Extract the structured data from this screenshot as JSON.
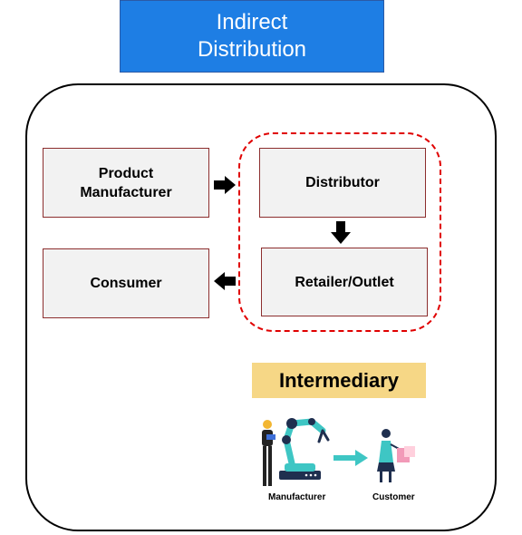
{
  "title": {
    "line1": "Indirect",
    "line2": "Distribution"
  },
  "nodes": {
    "product_manufacturer": {
      "line1": "Product",
      "line2": "Manufacturer"
    },
    "distributor": "Distributor",
    "retailer": "Retailer/Outlet",
    "consumer": "Consumer"
  },
  "intermediary_label": "Intermediary",
  "illustration": {
    "manufacturer_caption": "Manufacturer",
    "customer_caption": "Customer"
  },
  "colors": {
    "title_bg": "#1e7ee4",
    "dashed_border": "#e00000",
    "badge_bg": "#f6d786",
    "teal": "#3ec6c4"
  }
}
